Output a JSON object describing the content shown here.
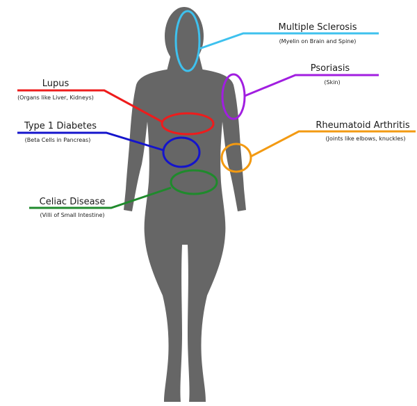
{
  "colors": {
    "body": "#666666",
    "background": "#ffffff"
  },
  "figure_icon": "human-body-silhouette",
  "conditions": [
    {
      "id": "ms",
      "title": "Multiple Sclerosis",
      "subtitle": "(Myelin on Brain and Spine)",
      "color": "#3ec1ee"
    },
    {
      "id": "psoriasis",
      "title": "Psoriasis",
      "subtitle": "(Skin)",
      "color": "#a11ee0"
    },
    {
      "id": "lupus",
      "title": "Lupus",
      "subtitle": "(Organs like Liver, Kidneys)",
      "color": "#ee1c1c"
    },
    {
      "id": "t1d",
      "title": "Type 1 Diabetes",
      "subtitle": "(Beta Cells in Pancreas)",
      "color": "#1414cc"
    },
    {
      "id": "ra",
      "title": "Rheumatoid Arthritis",
      "subtitle": "(Joints like elbows, knuckles)",
      "color": "#f39a12"
    },
    {
      "id": "celiac",
      "title": "Celiac Disease",
      "subtitle": "(Villi of Small Intestine)",
      "color": "#1f8a2c"
    }
  ]
}
